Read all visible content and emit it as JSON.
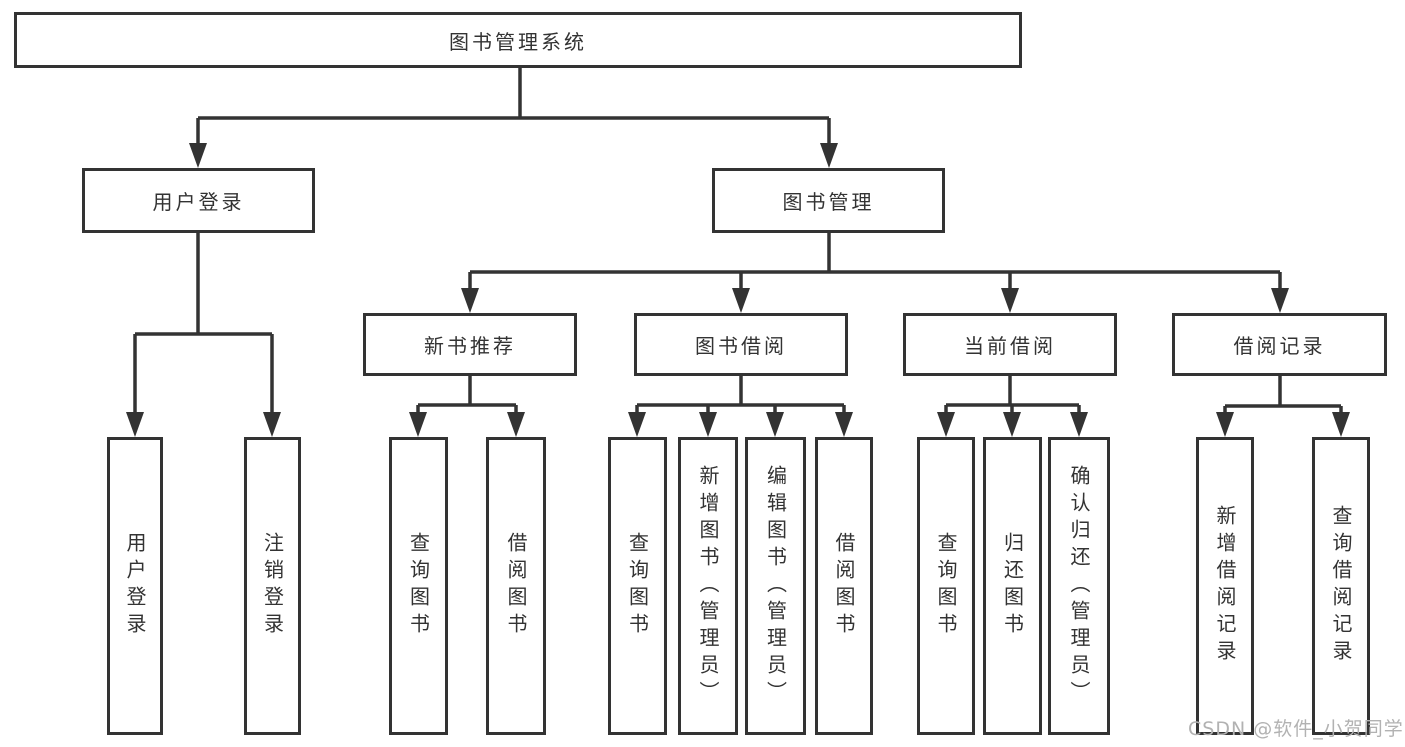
{
  "diagram": {
    "root": {
      "label": "图书管理系统"
    },
    "branches": [
      {
        "label": "用户登录",
        "children": [
          {
            "label": "用户登录"
          },
          {
            "label": "注销登录"
          }
        ]
      },
      {
        "label": "图书管理",
        "children": [
          {
            "label": "新书推荐",
            "children": [
              {
                "label": "查询图书"
              },
              {
                "label": "借阅图书"
              }
            ]
          },
          {
            "label": "图书借阅",
            "children": [
              {
                "label": "查询图书"
              },
              {
                "label": "新增图书（管理员）"
              },
              {
                "label": "编辑图书（管理员）"
              },
              {
                "label": "借阅图书"
              }
            ]
          },
          {
            "label": "当前借阅",
            "children": [
              {
                "label": "查询图书"
              },
              {
                "label": "归还图书"
              },
              {
                "label": "确认归还（管理员）"
              }
            ]
          },
          {
            "label": "借阅记录",
            "children": [
              {
                "label": "新增借阅记录"
              },
              {
                "label": "查询借阅记录"
              }
            ]
          }
        ]
      }
    ]
  },
  "watermark": {
    "text": "CSDN @软件_小贺同学"
  },
  "colors": {
    "line": "#333333",
    "text": "#333333",
    "watermark": "#b2b2b2",
    "background": "#ffffff"
  }
}
